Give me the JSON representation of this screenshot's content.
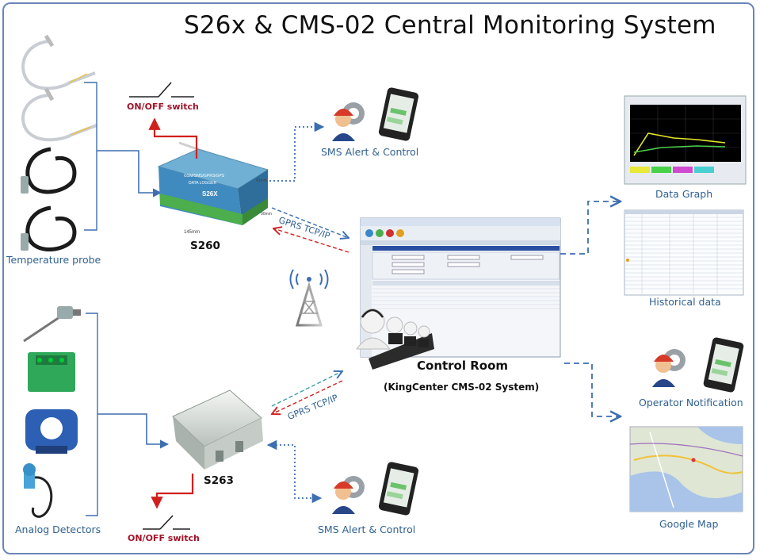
{
  "title": "S26x & CMS-02 Central Monitoring System",
  "labels": {
    "on_off_top": "ON/OFF  switch",
    "on_off_bottom": "ON/OFF switch",
    "temperature_probe": "Temperature probe",
    "analog_detectors": "Analog Detectors",
    "s260": "S260",
    "s263": "S263",
    "sms_top": "SMS Alert & Control",
    "sms_bottom": "SMS Alert  & Control",
    "gprs_top": "GPRS TCP/IP",
    "gprs_bottom": "GPRS TCP/IP",
    "control_room": "Control Room",
    "control_room_sub": "(KingCenter CMS-02 System)",
    "data_graph": "Data Graph",
    "historical_data": "Historical data",
    "operator_notification": "Operator Notification",
    "google_map": "Google Map"
  },
  "device_s260": {
    "brand": "GSM/SMS/GPRS/GPS",
    "sub": "DATA LOGGER",
    "model": "S26X",
    "dim_w": "145mm",
    "dim_h": "90mm",
    "dim_d": "41mm"
  },
  "colors": {
    "label_blue": "#2f6190",
    "switch_red": "#d0201e",
    "arrow_blue": "#3d6fb0",
    "frame": "#6a86b8"
  }
}
